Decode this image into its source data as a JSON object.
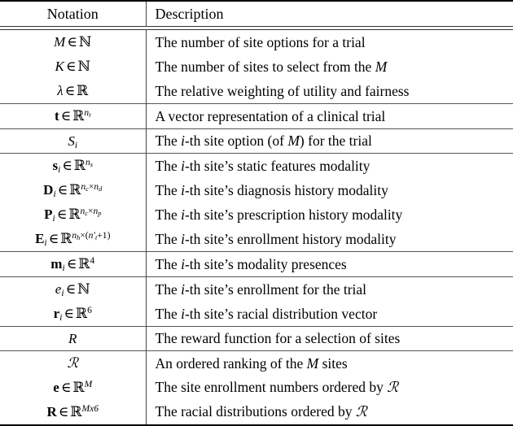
{
  "table": {
    "columns": [
      {
        "key": "notation",
        "label": "Notation"
      },
      {
        "key": "description",
        "label": "Description"
      }
    ],
    "groups": [
      {
        "rows": [
          {
            "notation": "M ∈ ℕ",
            "description": "The number of site options for a trial"
          },
          {
            "notation": "K ∈ ℕ",
            "description": "The number of sites to select from the M"
          },
          {
            "notation": "λ ∈ ℝ",
            "description": "The relative weighting of utility and fairness"
          }
        ]
      },
      {
        "rows": [
          {
            "notation": "t ∈ ℝ^{n_t}",
            "description": "A vector representation of a clinical trial"
          }
        ]
      },
      {
        "rows": [
          {
            "notation": "S_i",
            "description": "The i-th site option (of M) for the trial"
          }
        ]
      },
      {
        "rows": [
          {
            "notation": "s_i ∈ ℝ^{n_s}",
            "description": "The i-th site's static features modality"
          },
          {
            "notation": "D_i ∈ ℝ^{n_c×n_d}",
            "description": "The i-th site's diagnosis history modality"
          },
          {
            "notation": "P_i ∈ ℝ^{n_c×n_p}",
            "description": "The i-th site's prescription history modality"
          },
          {
            "notation": "E_i ∈ ℝ^{n_h×(n'_t+1)}",
            "description": "The i-th site's enrollment history modality"
          }
        ]
      },
      {
        "rows": [
          {
            "notation": "m_i ∈ ℝ^4",
            "description": "The i-th site's modality presences"
          }
        ]
      },
      {
        "rows": [
          {
            "notation": "e_i ∈ ℕ",
            "description": "The i-th site's enrollment for the trial"
          },
          {
            "notation": "r_i ∈ ℝ^6",
            "description": "The i-th site's racial distribution vector"
          }
        ]
      },
      {
        "rows": [
          {
            "notation": "R",
            "description": "The reward function for a selection of sites"
          }
        ]
      },
      {
        "rows": [
          {
            "notation": "ℛ",
            "description": "An ordered ranking of the M sites"
          },
          {
            "notation": "e ∈ ℝ^M",
            "description": "The site enrollment numbers ordered by ℛ"
          },
          {
            "notation": "R ∈ ℝ^{Mx6}",
            "description": "The racial distributions ordered by ℛ"
          }
        ]
      }
    ]
  },
  "colors": {
    "text": "#000000",
    "rule_heavy": "#000000",
    "rule_light": "#555555",
    "background": "#ffffff"
  }
}
